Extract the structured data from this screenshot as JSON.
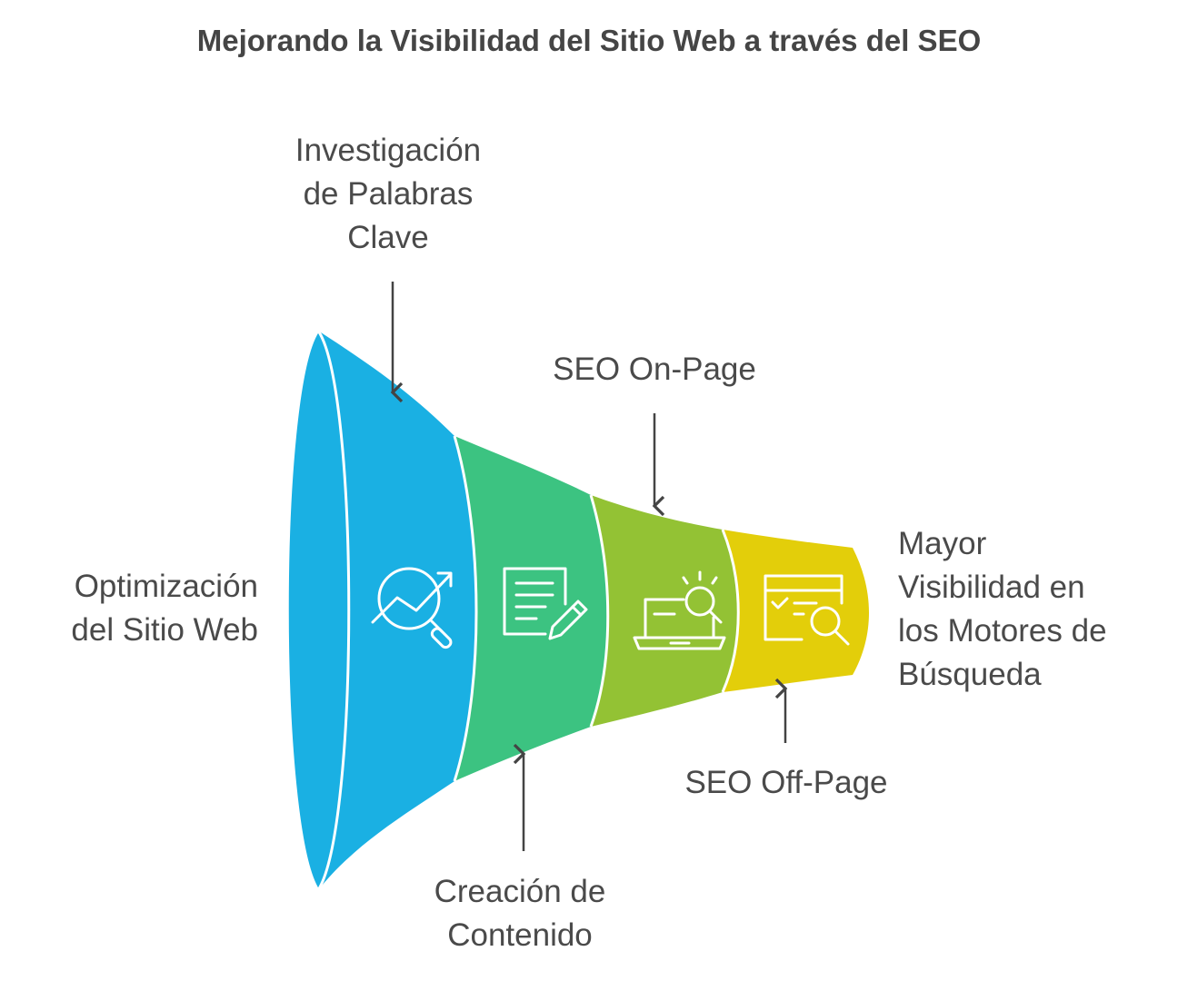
{
  "title": "Mejorando la Visibilidad del Sitio Web a través del SEO",
  "labels": {
    "start": [
      "Optimización",
      "del Sitio Web"
    ],
    "keywords": [
      "Investigación",
      "de Palabras",
      "Clave"
    ],
    "content": [
      "Creación de",
      "Contenido"
    ],
    "onpage": [
      "SEO On-Page"
    ],
    "offpage": [
      "SEO Off-Page"
    ],
    "result": [
      "Mayor",
      "Visibilidad en",
      "los Motores de",
      "Búsqueda"
    ]
  },
  "stages": [
    {
      "name": "keyword-research",
      "color": "#1ab0e3",
      "icon": "chart-search-icon"
    },
    {
      "name": "content-creation",
      "color": "#3cc381",
      "icon": "document-edit-icon"
    },
    {
      "name": "on-page-seo",
      "color": "#93c234",
      "icon": "laptop-search-icon"
    },
    {
      "name": "off-page-seo",
      "color": "#e3ce0a",
      "icon": "browser-search-icon"
    }
  ]
}
